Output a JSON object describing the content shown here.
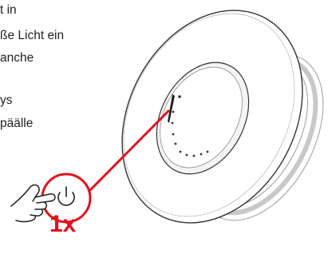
{
  "instructions": {
    "lines": [
      "t in",
      "ße Licht ein",
      "anche",
      "ys",
      "päälle"
    ]
  },
  "tap_count_label": "1x",
  "colors": {
    "accent": "#e3111b",
    "line": "#333333",
    "light_line": "#9a9a9a"
  },
  "icons": {
    "hand": "hand-pointing-icon",
    "power": "power-icon"
  }
}
